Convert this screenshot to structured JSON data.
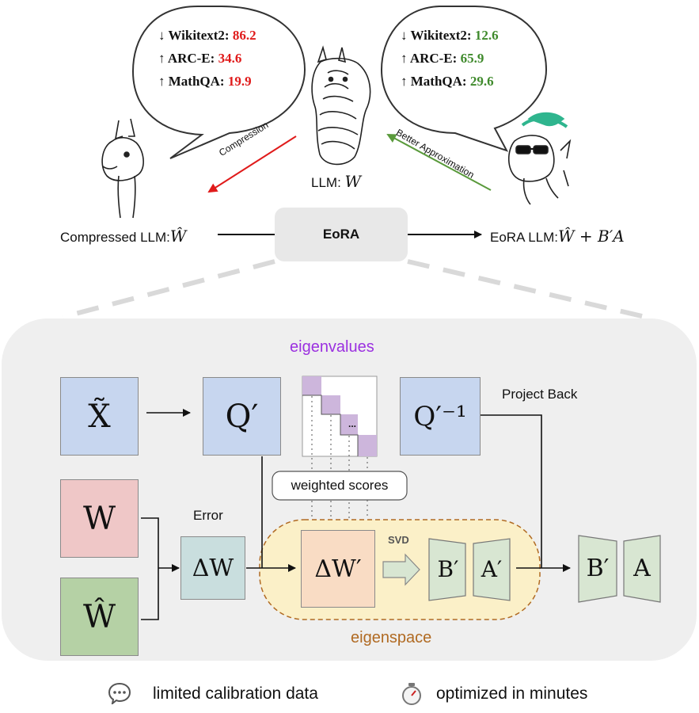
{
  "top": {
    "left_bubble": [
      {
        "arrow": "↓",
        "label": "Wikitext2:",
        "value": "86.2"
      },
      {
        "arrow": "↑",
        "label": "ARC-E:",
        "value": "34.6"
      },
      {
        "arrow": "↑",
        "label": "MathQA:",
        "value": "19.9"
      }
    ],
    "right_bubble": [
      {
        "arrow": "↓",
        "label": "Wikitext2:",
        "value": "12.6"
      },
      {
        "arrow": "↑",
        "label": "ARC-E:",
        "value": "65.9"
      },
      {
        "arrow": "↑",
        "label": "MathQA:",
        "value": "29.6"
      }
    ],
    "compression_label": "Compression",
    "approx_label": "Better Approximation",
    "llm_label": "LLM:",
    "llm_symbol": "W",
    "compressed_label": "Compressed LLM:",
    "compressed_symbol": "Ŵ",
    "eora_box": "EoRA",
    "eora_llm_label": "EoRA LLM:",
    "eora_llm_symbol": "Ŵ + B′A",
    "colors": {
      "red": "#e01b1b",
      "green": "#3f8a2c"
    }
  },
  "bottom": {
    "eigenvalues_label": "eigenvalues",
    "project_back_label": "Project Back",
    "weighted_scores_label": "weighted scores",
    "error_label": "Error",
    "svd_label": "SVD",
    "eigenspace_label": "eigenspace",
    "x_tilde": "X̃",
    "q_prime": "Q′",
    "q_inv": "Q′⁻¹",
    "w": "W",
    "w_hat": "Ŵ",
    "delta_w": "ΔW",
    "delta_w_prime": "ΔW′",
    "b_prime": "B′",
    "a_prime": "A′",
    "b_prime_out": "B′",
    "a_out": "A",
    "matrix_dots": "...",
    "colors": {
      "eigen_purple": "#9b30e0",
      "eigenspace_brown": "#b06a22"
    }
  },
  "footer": {
    "calibration_icon": "speech-bubble-icon",
    "calibration_text": "limited calibration data",
    "time_icon": "stopwatch-icon",
    "time_text": "optimized in minutes"
  }
}
